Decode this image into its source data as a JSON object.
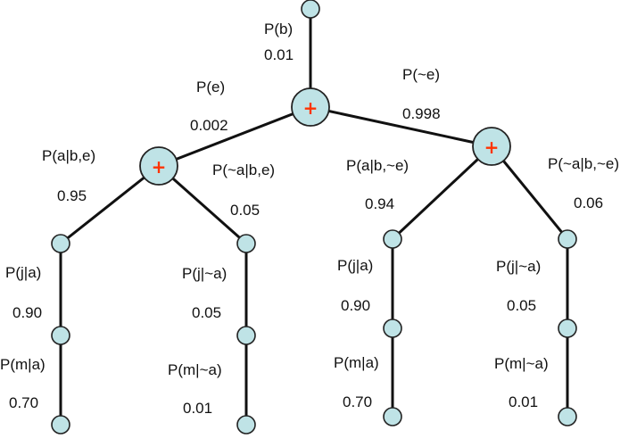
{
  "tree": {
    "root": {
      "label": "P(b)",
      "value": "0.01"
    },
    "e_branch": {
      "label": "P(e)",
      "value": "0.002"
    },
    "not_e_branch": {
      "label": "P(~e)",
      "value": "0.998"
    },
    "left": {
      "a_branch": {
        "label": "P(a|b,e)",
        "value": "0.95"
      },
      "not_a_branch": {
        "label": "P(~a|b,e)",
        "value": "0.05"
      },
      "a_j": {
        "label": "P(j|a)",
        "value": "0.90"
      },
      "a_m": {
        "label": "P(m|a)",
        "value": "0.70"
      },
      "not_a_j": {
        "label": "P(j|~a)",
        "value": "0.05"
      },
      "not_a_m": {
        "label": "P(m|~a)",
        "value": "0.01"
      }
    },
    "right": {
      "a_branch": {
        "label": "P(a|b,~e)",
        "value": "0.94"
      },
      "not_a_branch": {
        "label": "P(~a|b,~e)",
        "value": "0.06"
      },
      "a_j": {
        "label": "P(j|a)",
        "value": "0.90"
      },
      "a_m": {
        "label": "P(m|a)",
        "value": "0.70"
      },
      "not_a_j": {
        "label": "P(j|~a)",
        "value": "0.05"
      },
      "not_a_m": {
        "label": "P(m|~a)",
        "value": "0.01"
      }
    },
    "sum_symbol": "+"
  }
}
